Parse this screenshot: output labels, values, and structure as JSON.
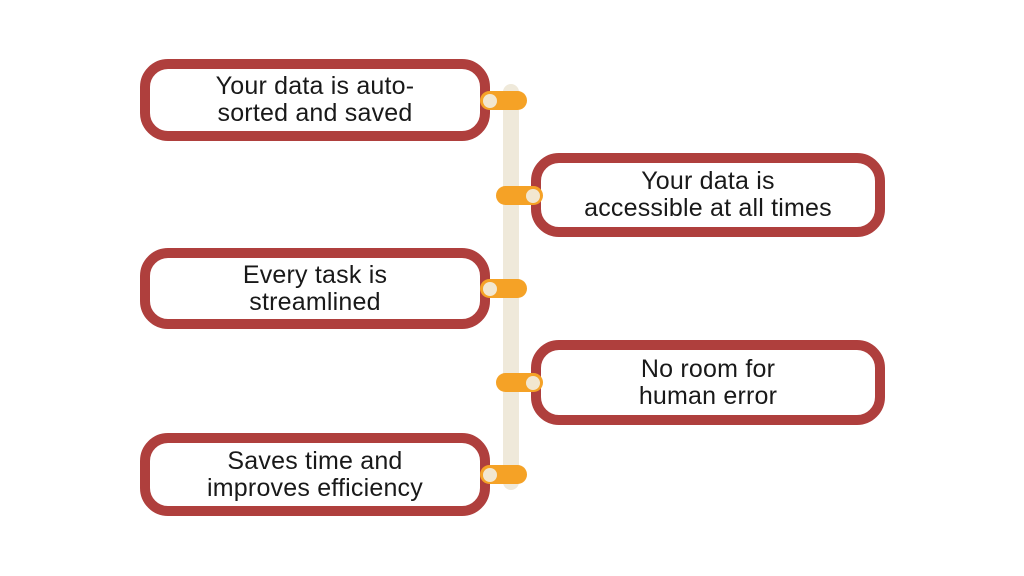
{
  "diagram": {
    "type": "vertical-timeline-infographic",
    "items": [
      {
        "label": "Your data is auto-\nsorted and saved",
        "side": "left"
      },
      {
        "label": "Your data is\naccessible at all times",
        "side": "right"
      },
      {
        "label": "Every task is\nstreamlined",
        "side": "left"
      },
      {
        "label": "No room for\nhuman error",
        "side": "right"
      },
      {
        "label": "Saves time and\nimproves efficiency",
        "side": "left"
      }
    ]
  },
  "colors": {
    "background": "#ffffff",
    "box_border": "#af3f3d",
    "box_fill": "#ffffff",
    "connector": "#f5a226",
    "connector_dot": "#f2e7d0",
    "timeline": "#efe9da",
    "text": "#191919"
  }
}
